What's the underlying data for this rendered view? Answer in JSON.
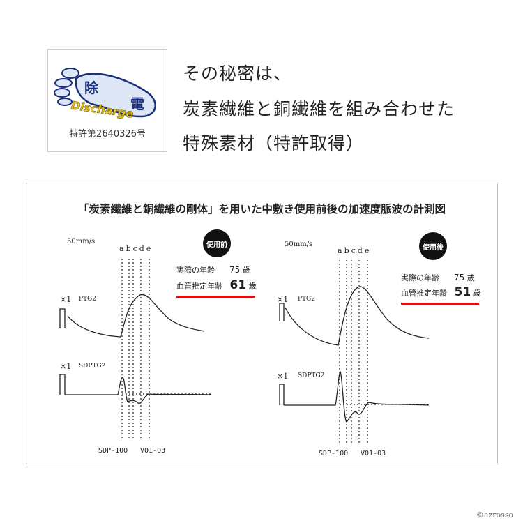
{
  "logo": {
    "kanji_left": "除",
    "kanji_right": "電",
    "word": "Discharge",
    "patent": "特許第2640326号"
  },
  "headline": [
    "その秘密は、",
    "炭素繊維と銅繊維を組み合わせた",
    "特殊素材（特許取得）"
  ],
  "panel": {
    "title": "「炭素繊維と銅繊維の剛体」を用いた中敷き使用前後の加速度脈波の計測図",
    "charts": [
      {
        "speed": "50mm/s",
        "letters": [
          "a",
          "b",
          "c",
          "d",
          "e"
        ],
        "badge": "使用前",
        "actual_label": "実際の年齢",
        "actual_value": "75",
        "actual_unit": "歳",
        "vascular_label": "血管推定年齢",
        "vascular_value": "61",
        "vascular_unit": "歳",
        "gain1": "×1",
        "trace1": "PTG2",
        "gain2": "×1",
        "trace2": "SDPTG2",
        "device": "SDP-100",
        "version": "V01-03"
      },
      {
        "speed": "50mm/s",
        "letters": [
          "a",
          "b",
          "c",
          "d",
          "e"
        ],
        "badge": "使用後",
        "actual_label": "実際の年齢",
        "actual_value": "75",
        "actual_unit": "歳",
        "vascular_label": "血管推定年齢",
        "vascular_value": "51",
        "vascular_unit": "歳",
        "gain1": "×1",
        "trace1": "PTG2",
        "gain2": "×1",
        "trace2": "SDPTG2",
        "device": "SDP-100",
        "version": "V01-03"
      }
    ]
  },
  "copyright": "©azrosso",
  "colors": {
    "accent_red": "#d11111",
    "logo_blue": "#1a2f7a",
    "logo_yellow": "#e8c21a"
  }
}
